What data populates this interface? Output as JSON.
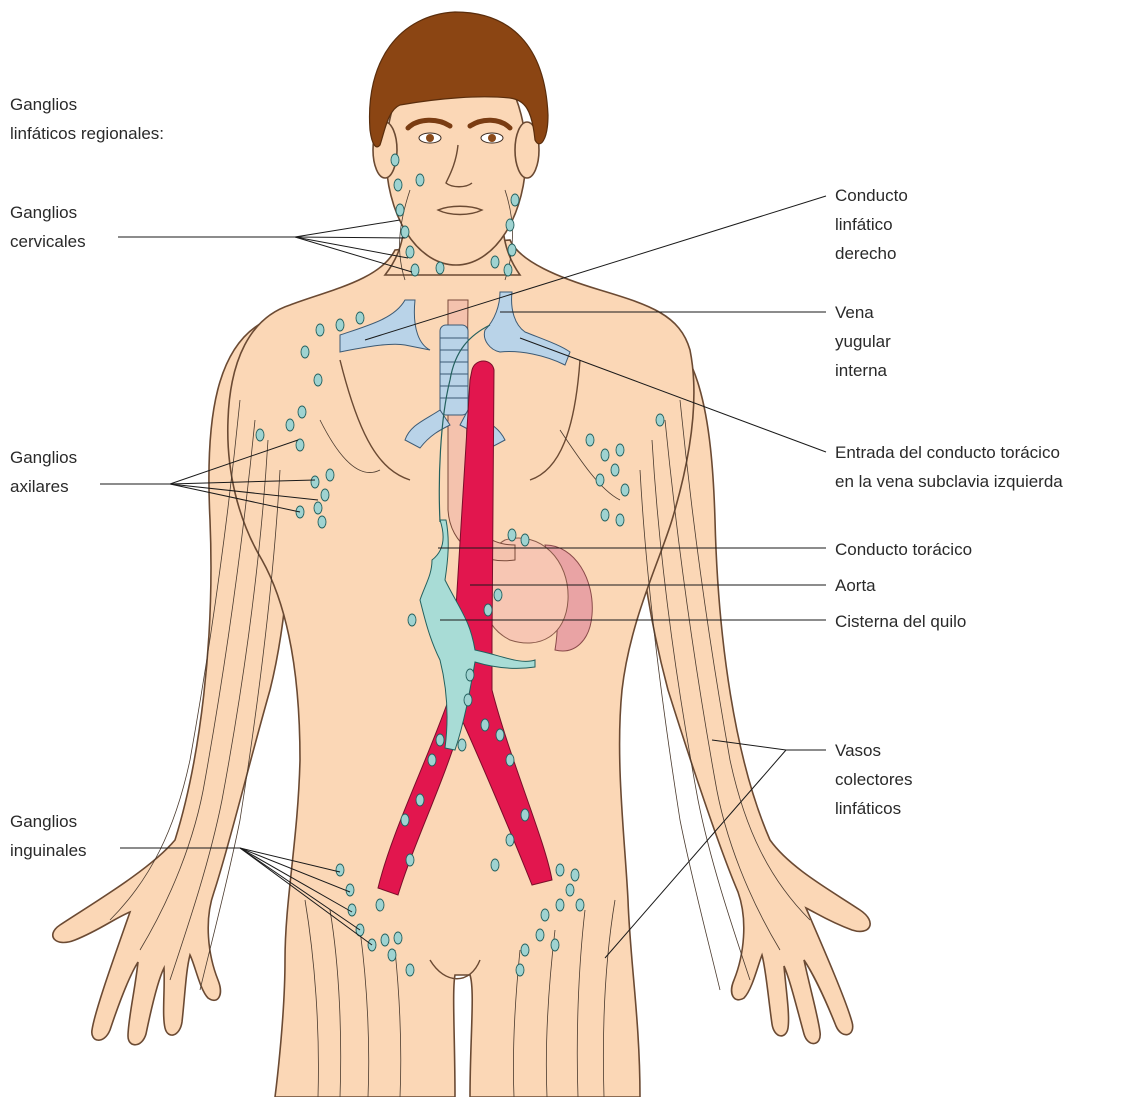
{
  "labels": {
    "regionales": [
      "Ganglios",
      "linfáticos regionales:"
    ],
    "cervicales": [
      "Ganglios",
      "cervicales"
    ],
    "axilares": [
      "Ganglios",
      "axilares"
    ],
    "inguinales": [
      "Ganglios",
      "inguinales"
    ],
    "conducto_derecho": [
      "Conducto",
      "linfático",
      "derecho"
    ],
    "vena_yugular": [
      "Vena",
      "yugular",
      "interna"
    ],
    "entrada": [
      "Entrada del conducto torácico",
      "en la vena subclavia izquierda"
    ],
    "conducto_toracico": "Conducto torácico",
    "aorta": "Aorta",
    "cisterna": "Cisterna del quilo",
    "vasos": [
      "Vasos",
      "colectores",
      "linfáticos"
    ]
  },
  "colors": {
    "skin": "#fbd7b6",
    "hair": "#8b4513",
    "aorta": "#e2164e",
    "lymph_node": "#9fd3d1",
    "thoracic_duct": "#f4c2ad",
    "vein": "#b9d3e8",
    "cistern": "#a8dcd6",
    "spleen": "#e9a3a4"
  }
}
